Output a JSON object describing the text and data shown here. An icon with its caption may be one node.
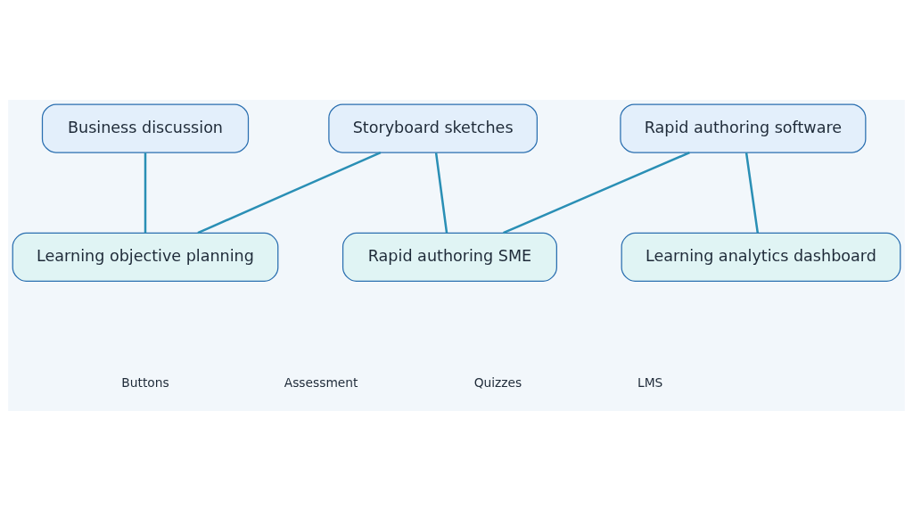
{
  "diagram": {
    "nodes": [
      {
        "text": [
          "Business discussion"
        ]
      },
      {
        "text": [
          "Storyboard sketches"
        ]
      },
      {
        "text": [
          "Rapid authoring software"
        ]
      },
      {
        "text": [
          "Learning objective planning"
        ]
      },
      {
        "text": [
          "Rapid authoring SME"
        ]
      },
      {
        "text": [
          "Learning analytics dashboard"
        ]
      }
    ],
    "edges": [
      {
        "from": 0,
        "to": 3,
        "arrow": "none"
      },
      {
        "from": 3,
        "to": 1,
        "arrow": "none"
      },
      {
        "from": 1,
        "to": 4,
        "arrow": "none"
      },
      {
        "from": 4,
        "to": 2,
        "arrow": "none"
      },
      {
        "from": 2,
        "to": 5,
        "arrow": "none"
      }
    ],
    "labels": [
      "Buttons",
      "Assessment",
      "Quizzes",
      "LMS"
    ]
  }
}
